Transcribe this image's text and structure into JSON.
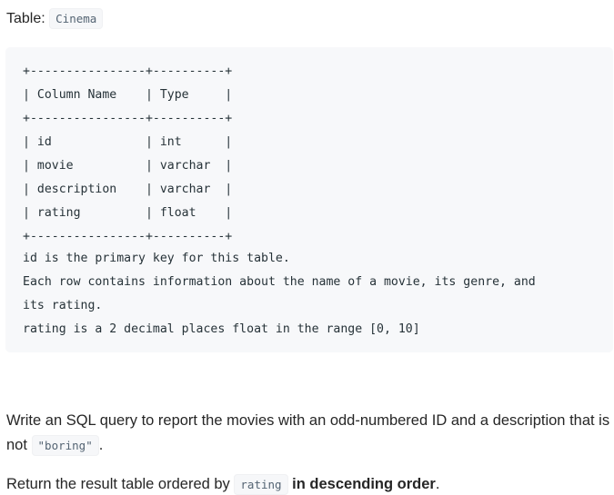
{
  "header": {
    "label": "Table:",
    "table_name": "Cinema"
  },
  "schema": {
    "border_line": "+----------------+----------+",
    "header_row": "| Column Name    | Type     |",
    "columns_header": [
      "Column Name",
      "Type"
    ],
    "rows": [
      {
        "name": "id",
        "type": "int",
        "line": "| id             | int      |"
      },
      {
        "name": "movie",
        "type": "varchar",
        "line": "| movie          | varchar  |"
      },
      {
        "name": "description",
        "type": "varchar",
        "line": "| description    | varchar  |"
      },
      {
        "name": "rating",
        "type": "float",
        "line": "| rating         | float    |"
      }
    ],
    "notes": [
      "id is the primary key for this table.",
      "Each row contains information about the name of a movie, its genre, and",
      "its rating.",
      "rating is a 2 decimal places float in the range [0, 10]"
    ]
  },
  "problem": {
    "para1_text": "Write an SQL query to report the movies with an odd-numbered ID and a description that is not ",
    "para1_code": "\"boring\"",
    "para1_end": ".",
    "para2_text": "Return the result table ordered by ",
    "para2_code": "rating",
    "para2_bold": "in descending order",
    "para2_end": "."
  },
  "colors": {
    "code_bg": "#f7f8fa",
    "text": "#262626",
    "code_text": "#546473"
  }
}
